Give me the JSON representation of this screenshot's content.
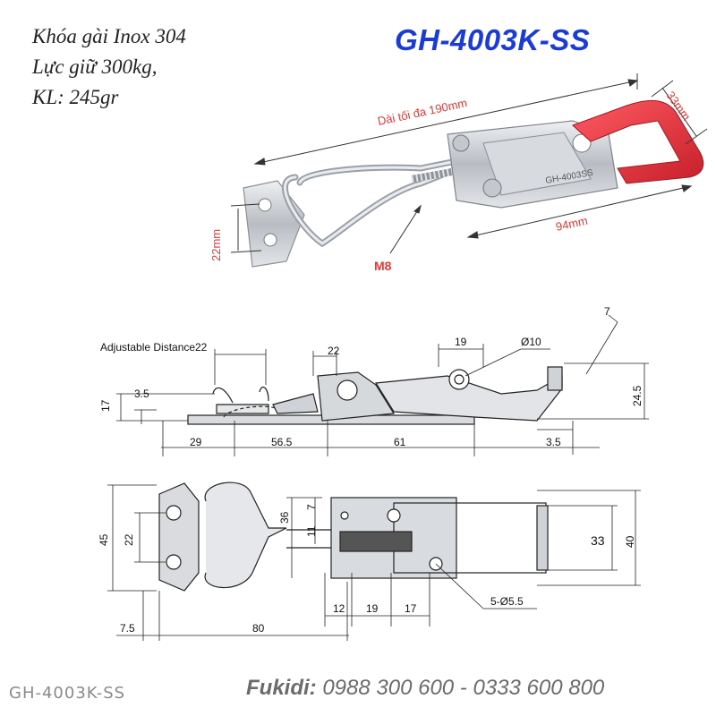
{
  "specs": {
    "line1": "Khóa gài Inox 304",
    "line2": "Lực giữ 300kg,",
    "line3": "KL: 245gr"
  },
  "model": "GH-4003K-SS",
  "photo": {
    "max_length": "Dài tối đa 190mm",
    "width_33": "33mm",
    "length_94": "94mm",
    "hole_22": "22mm",
    "thread": "M8",
    "engraving": "GH-4003SS"
  },
  "side_view": {
    "adjustable_label": "Adjustable Distance",
    "adj": "22",
    "d22": "22",
    "d19": "19",
    "phi10": "Ø10",
    "d7": "7",
    "d17": "17",
    "d3_5_left": "3.5",
    "d24_5": "24.5",
    "d29": "29",
    "d56_5": "56.5",
    "d61": "61",
    "d3_5_right": "3.5"
  },
  "top_view": {
    "d45": "45",
    "d22": "22",
    "d36": "36",
    "d7": "7",
    "d11": "11",
    "d33": "33",
    "d40": "40",
    "d12": "12",
    "d19": "19",
    "d17": "17",
    "holes": "5-Ø5.5",
    "d7_5": "7.5",
    "d80": "80"
  },
  "footer": {
    "model": "GH-4003K-SS",
    "brand": "Fukidi:",
    "phones": "0988 300 600 - 0333 600 800"
  },
  "colors": {
    "model_blue": "#1a3bd6",
    "dimension_red": "#e53935",
    "handle_red": "#e8323c",
    "steel": "#c9ccd1"
  }
}
